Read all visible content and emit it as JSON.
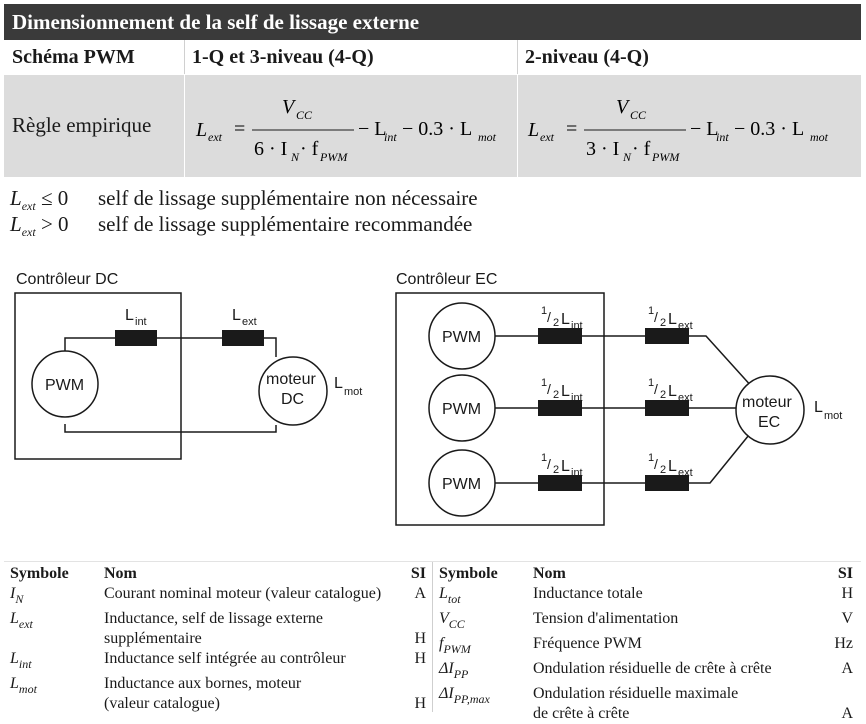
{
  "title": "Dimensionnement de la self de lissage externe",
  "header": {
    "col1": "Schéma PWM",
    "col2": "1-Q et 3-niveau (4-Q)",
    "col3": "2-niveau (4-Q)"
  },
  "rule": {
    "label": "Règle empirique",
    "f1_lhs": "L",
    "f1_lhs_sub": "ext",
    "f1_num": "V",
    "f1_num_sub": "CC",
    "f1_den": "6 · I",
    "f1_den_sub": "N",
    "f1_den2": "· f",
    "f1_den2_sub": "PWM",
    "f1_tail": "− L",
    "f1_tail_sub": "int",
    "f1_tail2": "− 0.3 · L",
    "f1_tail2_sub": "mot",
    "f2_den": "3 · I"
  },
  "conditions": [
    {
      "sym": "L",
      "sub": "ext",
      "op": "≤ 0",
      "text": "self de lissage supplémentaire non nécessaire"
    },
    {
      "sym": "L",
      "sub": "ext",
      "op": "> 0",
      "text": "self de lissage supplémentaire recommandée"
    }
  ],
  "diagram": {
    "dc_controller": "Contrôleur DC",
    "ec_controller": "Contrôleur EC",
    "pwm": "PWM",
    "moteur": "moteur",
    "dc": "DC",
    "ec": "EC",
    "l": "L",
    "int": "int",
    "ext": "ext",
    "mot": "mot",
    "half": "1",
    "half_den": "2"
  },
  "legend": {
    "headers": {
      "symbol": "Symbole",
      "name": "Nom",
      "si": "SI"
    },
    "left": [
      {
        "sym": "I",
        "sub": "N",
        "name": "Courant nominal moteur (valeur catalogue)",
        "si": "A"
      },
      {
        "sym": "L",
        "sub": "ext",
        "name": "Inductance, self de lissage externe",
        "name2": "supplémentaire",
        "si": "H"
      },
      {
        "sym": "L",
        "sub": "int",
        "name": "Inductance self intégrée au contrôleur",
        "si": "H"
      },
      {
        "sym": "L",
        "sub": "mot",
        "name": "Inductance aux bornes, moteur",
        "name2": "(valeur catalogue)",
        "si": "H"
      }
    ],
    "right": [
      {
        "sym": "L",
        "sub": "tot",
        "name": "Inductance totale",
        "si": "H"
      },
      {
        "sym": "V",
        "sub": "CC",
        "name": "Tension d'alimentation",
        "si": "V"
      },
      {
        "sym": "f",
        "sub": "PWM",
        "name": "Fréquence PWM",
        "si": "Hz"
      },
      {
        "sym": "ΔI",
        "sub": "PP",
        "name": "Ondulation résiduelle de crête à crête",
        "si": "A"
      },
      {
        "sym": "ΔI",
        "sub": "PP,max",
        "name": "Ondulation résiduelle maximale",
        "name2": "de crête à crête",
        "si": "A"
      }
    ]
  },
  "colors": {
    "title_bg": "#3a3a3a",
    "rule_bg": "#dcdcdc",
    "inductor": "#1a1a1a"
  }
}
